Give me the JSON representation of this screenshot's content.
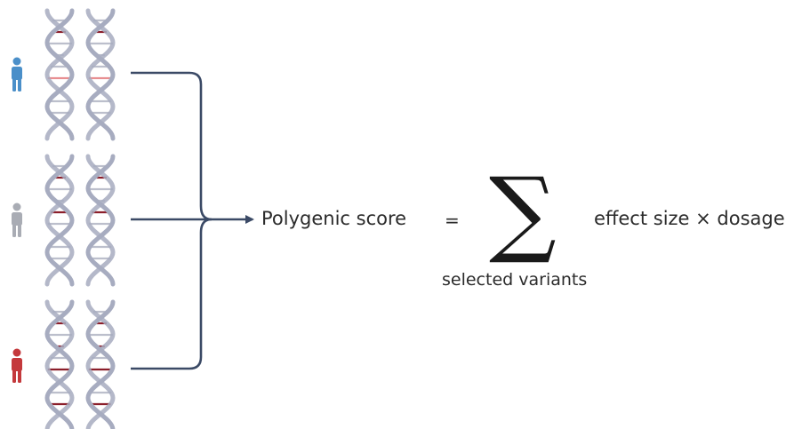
{
  "individuals": [
    {
      "person_icon": "person-icon",
      "color": "#4a8fc9",
      "rungs": [
        "grey",
        "red",
        "grey",
        "grey",
        "grey",
        "pink",
        "grey",
        "grey",
        "grey",
        "pink"
      ]
    },
    {
      "person_icon": "person-icon",
      "color": "#a9acb4",
      "rungs": [
        "grey",
        "red",
        "grey",
        "grey",
        "red",
        "grey",
        "pink",
        "grey",
        "grey",
        "grey"
      ]
    },
    {
      "person_icon": "person-icon",
      "color": "#c4393c",
      "rungs": [
        "grey",
        "red",
        "grey",
        "red",
        "grey",
        "red",
        "grey",
        "grey",
        "red",
        "grey"
      ]
    }
  ],
  "colors": {
    "helix": "#a7acc0",
    "rung_grey": "#bcbfcc",
    "rung_red": "#8b1e2a",
    "rung_pink": "#e88f92",
    "connector": "#3b4a66"
  },
  "formula": {
    "score_label": "Polygenic score",
    "equals": "=",
    "sum_symbol": "∑",
    "term": "effect size × dosage",
    "subscript": "selected variants"
  }
}
